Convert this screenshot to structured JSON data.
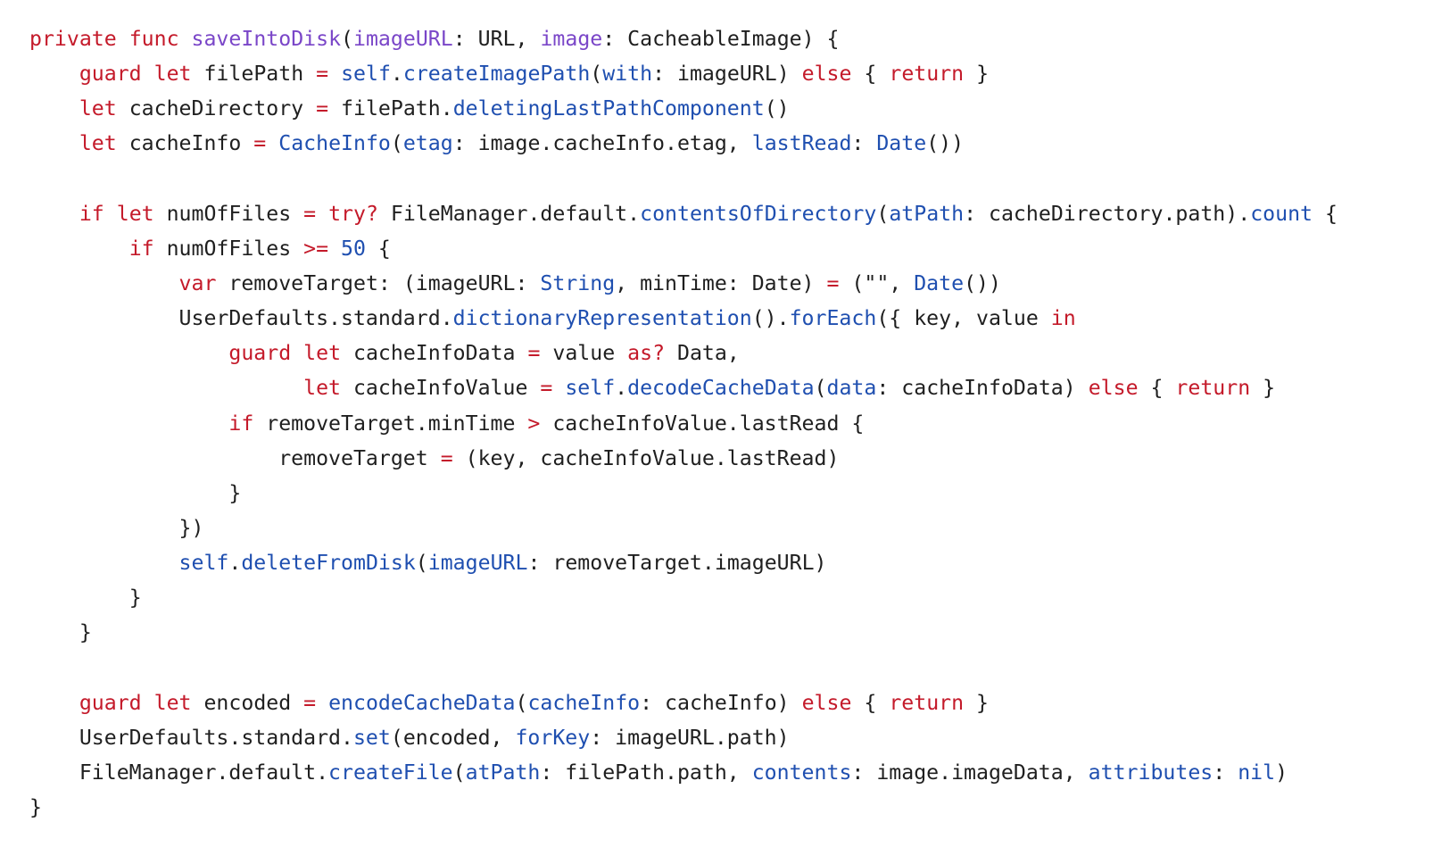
{
  "colors": {
    "background": "#ffffff",
    "keyword": "#c41a2a",
    "function": "#1f4fb0",
    "declaration": "#7a46c8",
    "plain": "#1f1f1f"
  },
  "code": {
    "language": "Swift",
    "lines": [
      {
        "indent": 0,
        "tokens": [
          [
            "kw",
            "private"
          ],
          [
            "p",
            " "
          ],
          [
            "kw",
            "func"
          ],
          [
            "p",
            " "
          ],
          [
            "decl",
            "saveIntoDisk"
          ],
          [
            "p",
            "("
          ],
          [
            "decl",
            "imageURL"
          ],
          [
            "p",
            ": URL, "
          ],
          [
            "decl",
            "image"
          ],
          [
            "p",
            ": CacheableImage) {"
          ]
        ]
      },
      {
        "indent": 4,
        "tokens": [
          [
            "kw",
            "guard"
          ],
          [
            "p",
            " "
          ],
          [
            "kw",
            "let"
          ],
          [
            "p",
            " filePath "
          ],
          [
            "kw",
            "="
          ],
          [
            "p",
            " "
          ],
          [
            "fn",
            "self"
          ],
          [
            "p",
            "."
          ],
          [
            "fn",
            "createImagePath"
          ],
          [
            "p",
            "("
          ],
          [
            "fn",
            "with"
          ],
          [
            "p",
            ": imageURL) "
          ],
          [
            "kw",
            "else"
          ],
          [
            "p",
            " { "
          ],
          [
            "kw",
            "return"
          ],
          [
            "p",
            " }"
          ]
        ]
      },
      {
        "indent": 4,
        "tokens": [
          [
            "kw",
            "let"
          ],
          [
            "p",
            " cacheDirectory "
          ],
          [
            "kw",
            "="
          ],
          [
            "p",
            " filePath."
          ],
          [
            "fn",
            "deletingLastPathComponent"
          ],
          [
            "p",
            "()"
          ]
        ]
      },
      {
        "indent": 4,
        "tokens": [
          [
            "kw",
            "let"
          ],
          [
            "p",
            " cacheInfo "
          ],
          [
            "kw",
            "="
          ],
          [
            "p",
            " "
          ],
          [
            "fn",
            "CacheInfo"
          ],
          [
            "p",
            "("
          ],
          [
            "fn",
            "etag"
          ],
          [
            "p",
            ": image.cacheInfo.etag, "
          ],
          [
            "fn",
            "lastRead"
          ],
          [
            "p",
            ": "
          ],
          [
            "fn",
            "Date"
          ],
          [
            "p",
            "())"
          ]
        ]
      },
      {
        "indent": 0,
        "tokens": []
      },
      {
        "indent": 4,
        "tokens": [
          [
            "kw",
            "if"
          ],
          [
            "p",
            " "
          ],
          [
            "kw",
            "let"
          ],
          [
            "p",
            " numOfFiles "
          ],
          [
            "kw",
            "="
          ],
          [
            "p",
            " "
          ],
          [
            "kw",
            "try?"
          ],
          [
            "p",
            " FileManager.default."
          ],
          [
            "fn",
            "contentsOfDirectory"
          ],
          [
            "p",
            "("
          ],
          [
            "fn",
            "atPath"
          ],
          [
            "p",
            ": cacheDirectory.path)."
          ],
          [
            "fn",
            "count"
          ],
          [
            "p",
            " {"
          ]
        ]
      },
      {
        "indent": 8,
        "tokens": [
          [
            "kw",
            "if"
          ],
          [
            "p",
            " numOfFiles "
          ],
          [
            "kw",
            ">="
          ],
          [
            "p",
            " "
          ],
          [
            "num",
            "50"
          ],
          [
            "p",
            " {"
          ]
        ]
      },
      {
        "indent": 12,
        "tokens": [
          [
            "kw",
            "var"
          ],
          [
            "p",
            " removeTarget: (imageURL: "
          ],
          [
            "fn",
            "String"
          ],
          [
            "p",
            ", minTime: Date) "
          ],
          [
            "kw",
            "="
          ],
          [
            "p",
            " (\"\", "
          ],
          [
            "fn",
            "Date"
          ],
          [
            "p",
            "())"
          ]
        ]
      },
      {
        "indent": 12,
        "tokens": [
          [
            "p",
            "UserDefaults.standard."
          ],
          [
            "fn",
            "dictionaryRepresentation"
          ],
          [
            "p",
            "()."
          ],
          [
            "fn",
            "forEach"
          ],
          [
            "p",
            "({ key, value "
          ],
          [
            "kw",
            "in"
          ]
        ]
      },
      {
        "indent": 16,
        "tokens": [
          [
            "kw",
            "guard"
          ],
          [
            "p",
            " "
          ],
          [
            "kw",
            "let"
          ],
          [
            "p",
            " cacheInfoData "
          ],
          [
            "kw",
            "="
          ],
          [
            "p",
            " value "
          ],
          [
            "kw",
            "as?"
          ],
          [
            "p",
            " Data,"
          ]
        ]
      },
      {
        "indent": 22,
        "tokens": [
          [
            "kw",
            "let"
          ],
          [
            "p",
            " cacheInfoValue "
          ],
          [
            "kw",
            "="
          ],
          [
            "p",
            " "
          ],
          [
            "fn",
            "self"
          ],
          [
            "p",
            "."
          ],
          [
            "fn",
            "decodeCacheData"
          ],
          [
            "p",
            "("
          ],
          [
            "fn",
            "data"
          ],
          [
            "p",
            ": cacheInfoData) "
          ],
          [
            "kw",
            "else"
          ],
          [
            "p",
            " { "
          ],
          [
            "kw",
            "return"
          ],
          [
            "p",
            " }"
          ]
        ]
      },
      {
        "indent": 16,
        "tokens": [
          [
            "kw",
            "if"
          ],
          [
            "p",
            " removeTarget.minTime "
          ],
          [
            "kw",
            ">"
          ],
          [
            "p",
            " cacheInfoValue.lastRead {"
          ]
        ]
      },
      {
        "indent": 20,
        "tokens": [
          [
            "p",
            "removeTarget "
          ],
          [
            "kw",
            "="
          ],
          [
            "p",
            " (key, cacheInfoValue.lastRead)"
          ]
        ]
      },
      {
        "indent": 16,
        "tokens": [
          [
            "p",
            "}"
          ]
        ]
      },
      {
        "indent": 12,
        "tokens": [
          [
            "p",
            "})"
          ]
        ]
      },
      {
        "indent": 12,
        "tokens": [
          [
            "fn",
            "self"
          ],
          [
            "p",
            "."
          ],
          [
            "fn",
            "deleteFromDisk"
          ],
          [
            "p",
            "("
          ],
          [
            "fn",
            "imageURL"
          ],
          [
            "p",
            ": removeTarget.imageURL)"
          ]
        ]
      },
      {
        "indent": 8,
        "tokens": [
          [
            "p",
            "}"
          ]
        ]
      },
      {
        "indent": 4,
        "tokens": [
          [
            "p",
            "}"
          ]
        ]
      },
      {
        "indent": 0,
        "tokens": []
      },
      {
        "indent": 4,
        "tokens": [
          [
            "kw",
            "guard"
          ],
          [
            "p",
            " "
          ],
          [
            "kw",
            "let"
          ],
          [
            "p",
            " encoded "
          ],
          [
            "kw",
            "="
          ],
          [
            "p",
            " "
          ],
          [
            "fn",
            "encodeCacheData"
          ],
          [
            "p",
            "("
          ],
          [
            "fn",
            "cacheInfo"
          ],
          [
            "p",
            ": cacheInfo) "
          ],
          [
            "kw",
            "else"
          ],
          [
            "p",
            " { "
          ],
          [
            "kw",
            "return"
          ],
          [
            "p",
            " }"
          ]
        ]
      },
      {
        "indent": 4,
        "tokens": [
          [
            "p",
            "UserDefaults.standard."
          ],
          [
            "fn",
            "set"
          ],
          [
            "p",
            "(encoded, "
          ],
          [
            "fn",
            "forKey"
          ],
          [
            "p",
            ": imageURL.path)"
          ]
        ]
      },
      {
        "indent": 4,
        "tokens": [
          [
            "p",
            "FileManager.default."
          ],
          [
            "fn",
            "createFile"
          ],
          [
            "p",
            "("
          ],
          [
            "fn",
            "atPath"
          ],
          [
            "p",
            ": filePath.path, "
          ],
          [
            "fn",
            "contents"
          ],
          [
            "p",
            ": image.imageData, "
          ],
          [
            "fn",
            "attributes"
          ],
          [
            "p",
            ": "
          ],
          [
            "fn",
            "nil"
          ],
          [
            "p",
            ")"
          ]
        ]
      },
      {
        "indent": 0,
        "tokens": [
          [
            "p",
            "}"
          ]
        ]
      }
    ]
  }
}
